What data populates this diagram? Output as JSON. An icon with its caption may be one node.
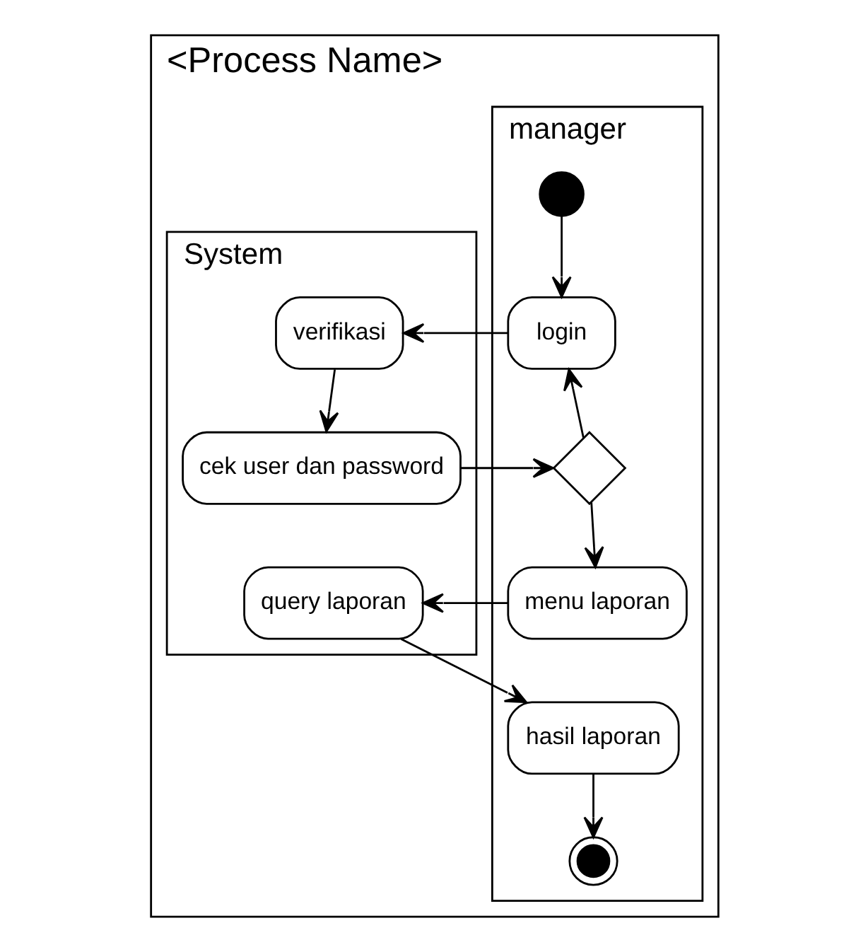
{
  "diagram": {
    "nodes": [
      {
        "text": [
          "<Process Name>"
        ]
      },
      {
        "text": [
          "manager"
        ],
        "in": 0
      },
      {
        "text": [
          "System"
        ],
        "in": 0
      },
      {
        "text": [],
        "shape": "circle",
        "in": 1
      },
      {
        "text": [
          "login"
        ],
        "in": 1
      },
      {
        "text": [
          "verifikasi"
        ],
        "in": 2
      },
      {
        "text": [
          "cek user dan password"
        ],
        "in": 2
      },
      {
        "text": [],
        "shape": "diamond",
        "in": 1
      },
      {
        "text": [
          "menu laporan"
        ],
        "in": 1
      },
      {
        "text": [
          "query laporan"
        ],
        "in": 2
      },
      {
        "text": [
          "hasil laporan"
        ],
        "in": 1
      },
      {
        "text": [],
        "shape": "bullseye",
        "in": 1
      }
    ],
    "edges": [
      {
        "from": 3,
        "to": 4,
        "arrow": "to"
      },
      {
        "from": 4,
        "to": 5,
        "arrow": "to"
      },
      {
        "from": 5,
        "to": 6,
        "arrow": "to"
      },
      {
        "from": 6,
        "to": 7,
        "arrow": "to"
      },
      {
        "from": 7,
        "to": 4,
        "arrow": "to"
      },
      {
        "from": 7,
        "to": 8,
        "arrow": "to"
      },
      {
        "from": 8,
        "to": 9,
        "arrow": "to"
      },
      {
        "from": 9,
        "to": 10,
        "arrow": "to"
      },
      {
        "from": 10,
        "to": 11,
        "arrow": "to"
      }
    ]
  }
}
